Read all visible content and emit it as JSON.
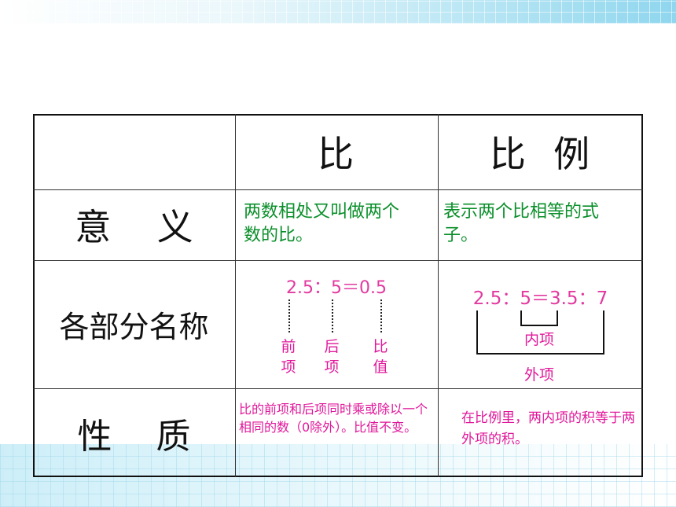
{
  "table": {
    "headers": [
      "",
      "比",
      "比  例"
    ],
    "rows": [
      {
        "label": "意    义",
        "ratio": "两数相处又叫做两个数的比。",
        "proportion": "表示两个比相等的式子。"
      },
      {
        "label": "各部分名称",
        "ratio_example": "2.5：5＝0.5",
        "ratio_parts": [
          "前项",
          "后项",
          "比值"
        ],
        "proportion_example": "2.5：5＝3.5：7",
        "proportion_parts": {
          "inner": "内项",
          "outer": "外项"
        }
      },
      {
        "label": "性    质",
        "ratio": "比的前项和后项同时乘或除以一个相同的数（0除外）。比值不变。",
        "proportion": "在比例里，两内项的积等于两外项的积。"
      }
    ]
  },
  "colors": {
    "definition_text": "#0a8f2a",
    "names_text": "#e0179a",
    "property_text": "#e0179a",
    "border": "#111111",
    "band_accent": "#8fd6ee"
  }
}
